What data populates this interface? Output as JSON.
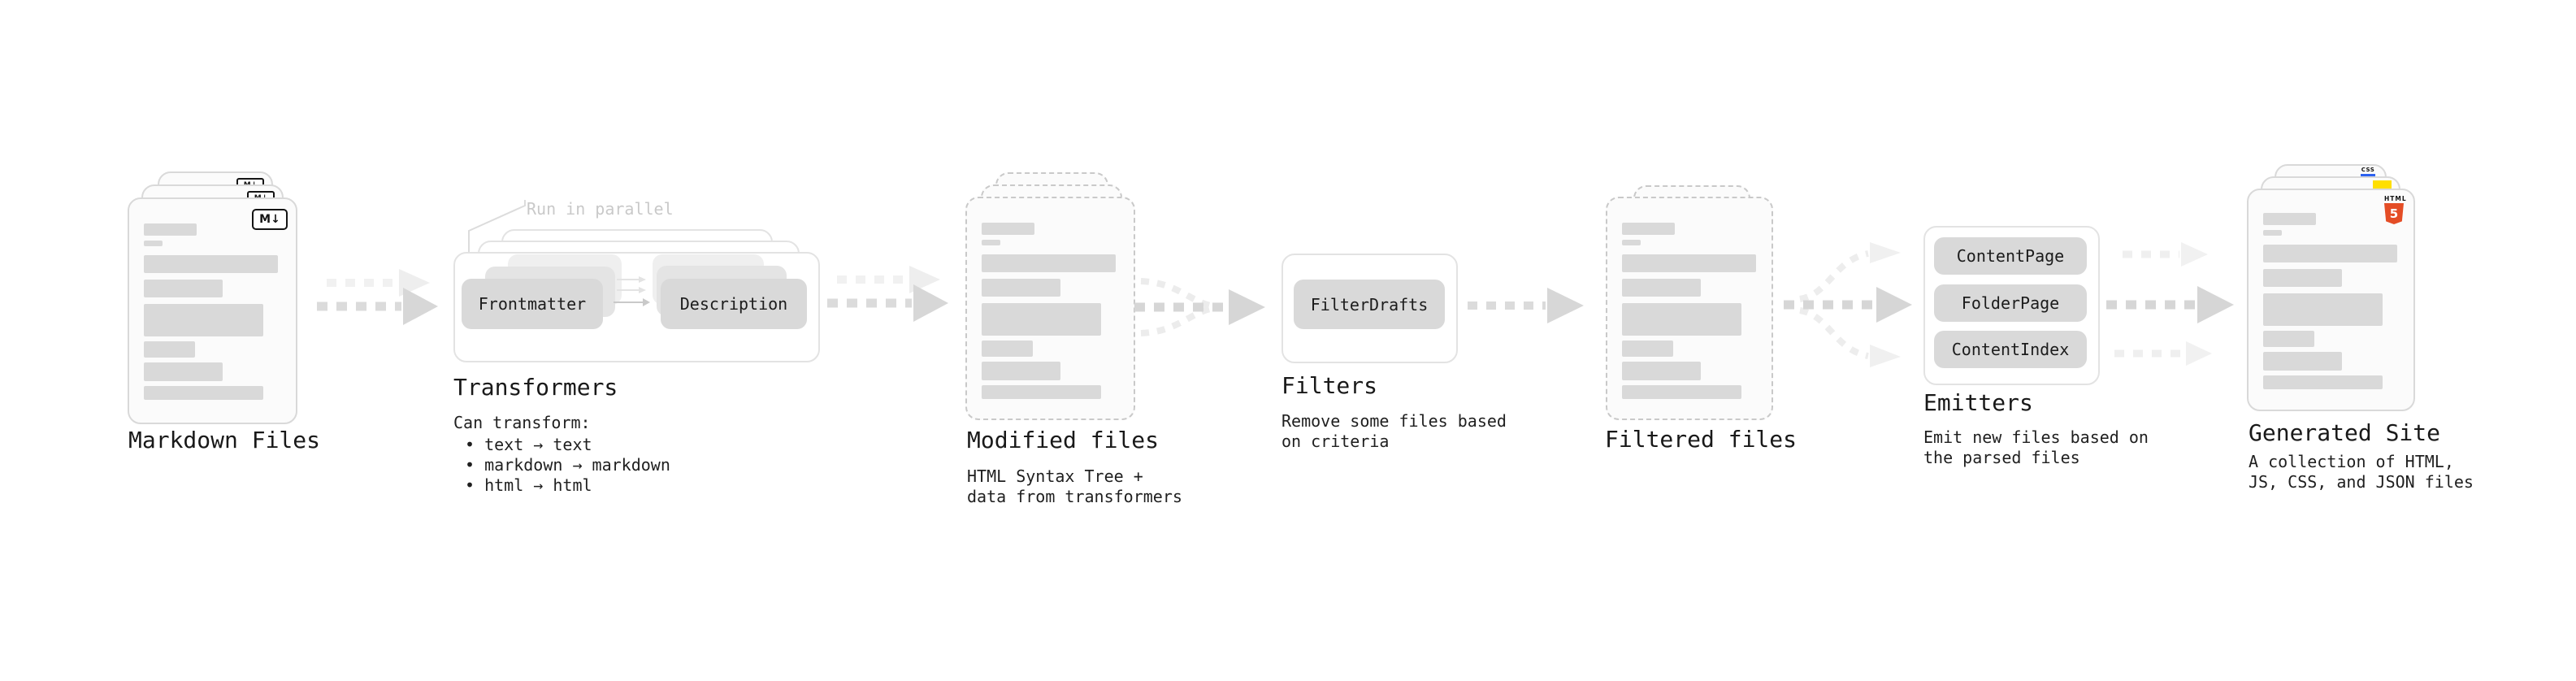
{
  "markdown_files": {
    "label": "Markdown Files",
    "icon_label": "M↓"
  },
  "transformers": {
    "label": "Transformers",
    "callout": "Run in parallel",
    "pills": [
      "Frontmatter",
      "Description"
    ],
    "desc_title": "Can transform:",
    "bullets": [
      "• text → text",
      "• markdown → markdown",
      "• html → html"
    ]
  },
  "modified_files": {
    "label": "Modified files",
    "desc": [
      "HTML Syntax Tree +",
      "data from transformers"
    ]
  },
  "filters": {
    "label": "Filters",
    "pills": [
      "FilterDrafts"
    ],
    "desc": [
      "Remove some files based",
      "on criteria"
    ]
  },
  "filtered_files": {
    "label": "Filtered files"
  },
  "emitters": {
    "label": "Emitters",
    "pills": [
      "ContentPage",
      "FolderPage",
      "ContentIndex"
    ],
    "desc": [
      "Emit new files based on",
      "the parsed files"
    ]
  },
  "generated_site": {
    "label": "Generated Site",
    "desc": [
      "A collection of HTML,",
      "JS, CSS, and JSON files"
    ],
    "icons": {
      "html5_label": "HTML",
      "html5_number": "5",
      "css_label": "CSS"
    }
  },
  "colors": {
    "html5_orange": "#e44d26",
    "js_yellow": "#ffdf00",
    "css_blue": "#2d62f0"
  }
}
